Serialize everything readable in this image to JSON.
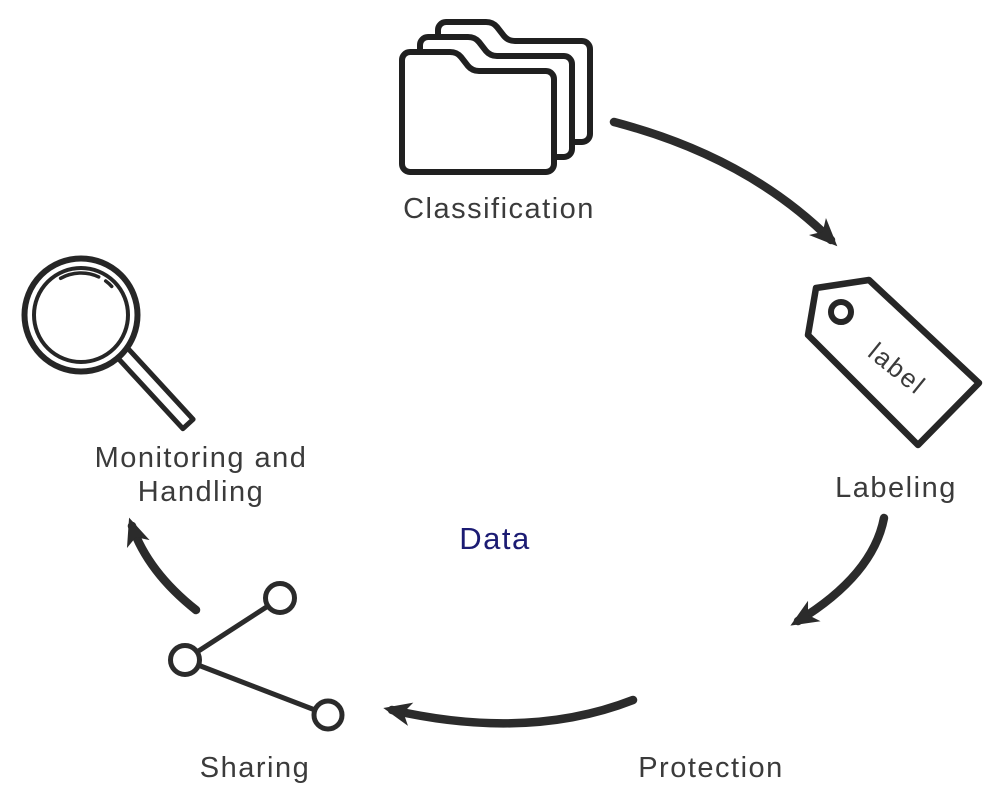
{
  "page": {
    "background_color": "#ffffff",
    "description": "Data lifecycle circular diagram"
  },
  "diagram": {
    "center": {
      "label": "Data",
      "color": "#1b1b73"
    },
    "stages": [
      {
        "key": "classification",
        "label": "Classification",
        "icon": "folders-icon"
      },
      {
        "key": "labeling",
        "label": "Labeling",
        "icon": "tag-icon",
        "tag_text": "label"
      },
      {
        "key": "protection",
        "label": "Protection",
        "icon": "none"
      },
      {
        "key": "sharing",
        "label": "Sharing",
        "icon": "share-network-icon"
      },
      {
        "key": "monitoring_handling",
        "label": "Monitoring and Handling",
        "label_line1": "Monitoring and",
        "label_line2": "Handling",
        "icon": "magnifying-glass-icon"
      }
    ],
    "arrows": [
      {
        "from": "Classification",
        "to": "Labeling"
      },
      {
        "from": "Labeling",
        "to": "Protection"
      },
      {
        "from": "Protection",
        "to": "Sharing"
      },
      {
        "from": "Sharing",
        "to": "Monitoring and Handling"
      }
    ],
    "colors": {
      "icon_stroke": "#262626",
      "icon_fill": "#ffffff",
      "arrow": "#2b2b2b",
      "label_text": "#3b3b3b"
    }
  }
}
